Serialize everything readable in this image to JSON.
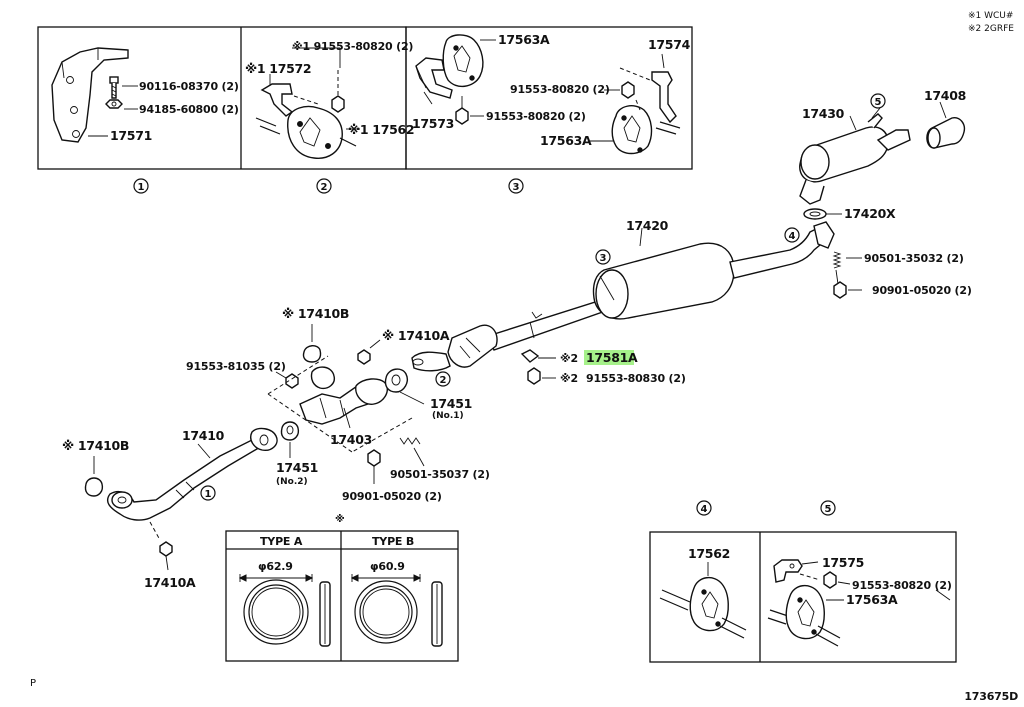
{
  "notes": {
    "note1": "※1 WCU#",
    "note2": "※2 2GRFE"
  },
  "corner_left": "P",
  "drawing_number": "173675D",
  "star": "※",
  "callouts": [
    "1",
    "2",
    "3",
    "4",
    "5"
  ],
  "parts": {
    "p90116": "90116-08370 (2)",
    "p94185": "94185-60800 (2)",
    "p17571": "17571",
    "p91553_80820_a": "※1 91553-80820 (2)",
    "p17572": "※1 17572",
    "p17562_a": "※1 17562",
    "p17563A_a": "17563A",
    "p17574": "17574",
    "p17573": "17573",
    "p91553_80820_b": "91553-80820 (2)",
    "p91553_80820_c": "91553-80820 (2)",
    "p17563A_b": "17563A",
    "p17430": "17430",
    "p17408": "17408",
    "p17420X": "17420X",
    "p17420": "17420",
    "p90501_35032": "90501-35032 (2)",
    "p90901_05020_a": "90901-05020 (2)",
    "p17410B_a": "※ 17410B",
    "p17410A_a": "※ 17410A",
    "p91553_81035": "91553-81035 (2)",
    "p17581A": "17581A",
    "p17581A_mark": "※2",
    "p91553_80830": "91553-80830 (2)",
    "p91553_80830_mark": "※2",
    "p17451_no1": "17451",
    "p17451_no1_sub": "(No.1)",
    "p17403": "17403",
    "p17410B_b": "※ 17410B",
    "p17410": "17410",
    "p17451_no2": "17451",
    "p17451_no2_sub": "(No.2)",
    "p90501_35037": "90501-35037 (2)",
    "p90901_05020_b": "90901-05020 (2)",
    "p17410A_b": "17410A",
    "p17562_b": "17562",
    "p17575": "17575",
    "p91553_80820_d": "91553-80820 (2)",
    "p17563A_c": "17563A"
  },
  "gasket_types": {
    "type_a": "TYPE A",
    "type_a_dim": "φ62.9",
    "type_b": "TYPE B",
    "type_b_dim": "φ60.9"
  }
}
